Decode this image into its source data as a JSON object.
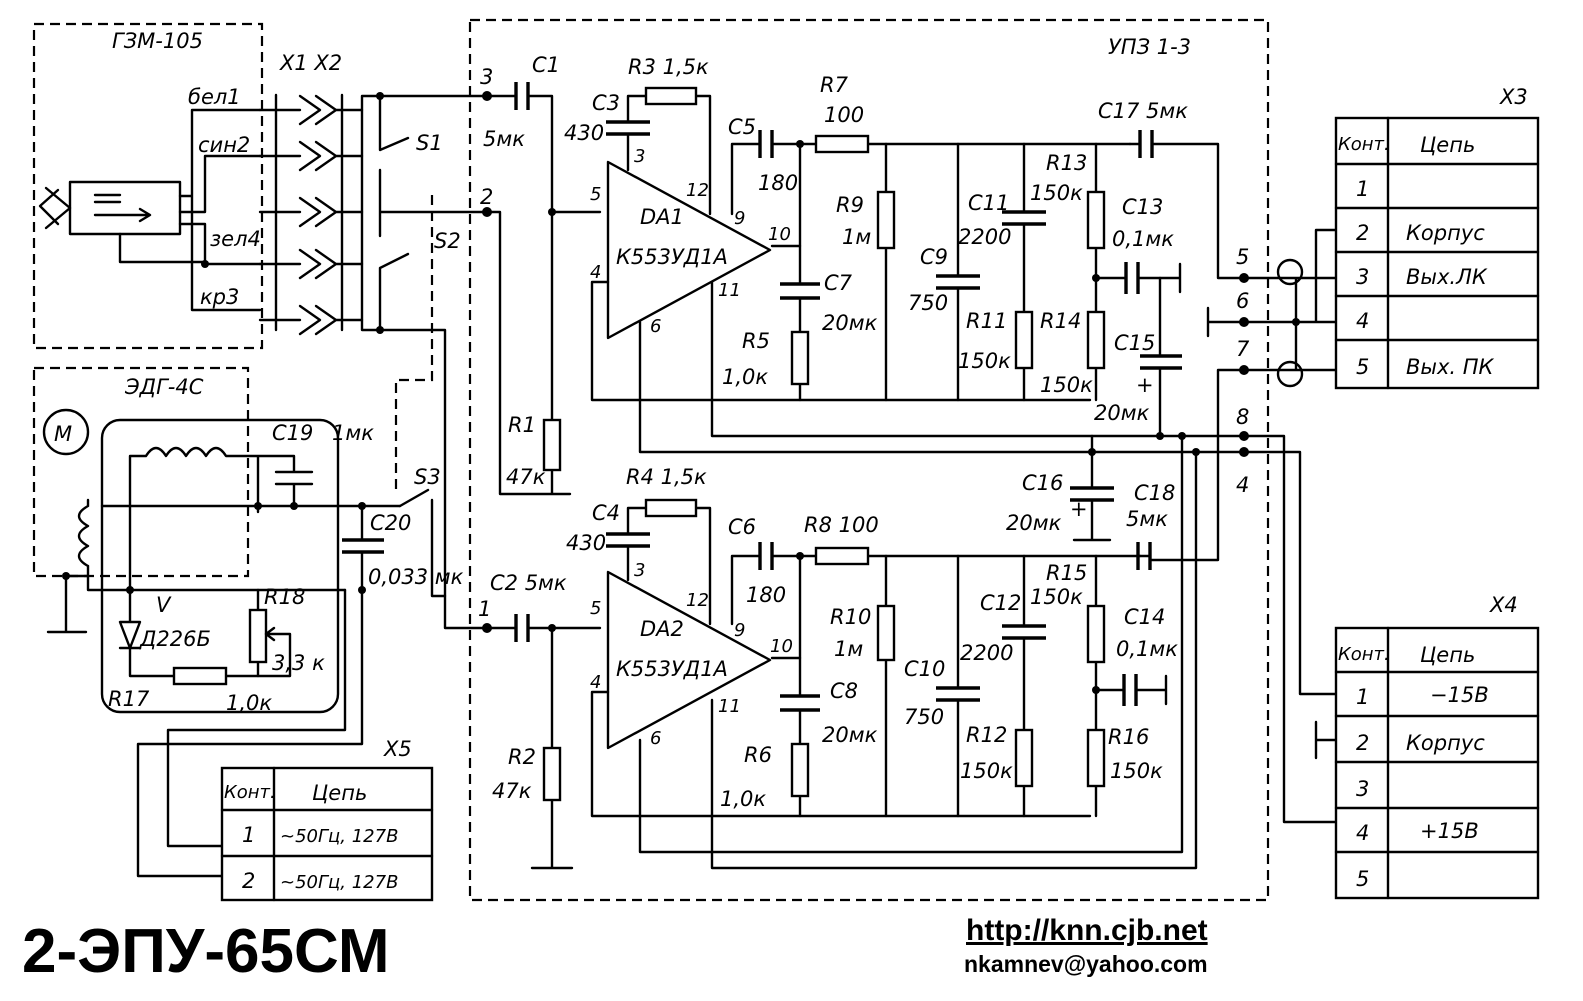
{
  "title": "2-ЭПУ-65СМ",
  "url": "http://knn.cjb.net",
  "email": "nkamnev@yahoo.com",
  "blocks": {
    "pickup": "ГЗМ-105",
    "motor": "ЭДГ-4С",
    "motor_symbol": "М",
    "amp": "УПЗ 1-3"
  },
  "connectors": {
    "x1x2": "X1  X2",
    "x3": "X3",
    "x4": "X4",
    "x5": "X5"
  },
  "pickup_wires": [
    "бел1",
    "син2",
    "зел4",
    "кр3"
  ],
  "switches": [
    "S1",
    "S2",
    "S3"
  ],
  "pins_in": [
    "3",
    "2",
    "1"
  ],
  "pins_out": [
    "5",
    "6",
    "7",
    "8",
    "4"
  ],
  "ic": [
    {
      "name": "DA1",
      "type": "К553УД1А",
      "pins": [
        "5",
        "4",
        "3",
        "12",
        "9",
        "10",
        "11",
        "6"
      ]
    },
    {
      "name": "DA2",
      "type": "К553УД1А",
      "pins": [
        "5",
        "4",
        "3",
        "12",
        "9",
        "10",
        "11",
        "6"
      ]
    }
  ],
  "components": {
    "C1": "C1",
    "C1v": "5мк",
    "C2": "C2 5мк",
    "C3": "C3",
    "C3v": "430",
    "C4": "C4",
    "C4v": "430",
    "R3": "R3 1,5к",
    "R4": "R4 1,5к",
    "C5": "C5",
    "C5v": "180",
    "C6": "C6",
    "C6v": "180",
    "R7": "R7",
    "R7v": "100",
    "R8": "R8 100",
    "R9": "R9",
    "R9v": "1м",
    "R10": "R10",
    "R10v": "1м",
    "C7": "C7",
    "C7v": "20мк",
    "C8": "C8",
    "C8v": "20мк",
    "R5": "R5",
    "R5v": "1,0к",
    "R6": "R6",
    "R6v": "1,0к",
    "C9": "C9",
    "C9v": "750",
    "C10": "C10",
    "C10v": "750",
    "C11": "C11",
    "C11v": "2200",
    "C12": "C12",
    "C12v": "2200",
    "R11": "R11",
    "R11v": "150к",
    "R12": "R12",
    "R12v": "150к",
    "R13": "R13",
    "R13v": "150к",
    "R14": "R14",
    "R14v": "150к",
    "R15": "R15",
    "R15v": "150к",
    "R16": "R16",
    "R16v": "150к",
    "C13": "C13",
    "C13v": "0,1мк",
    "C14": "C14",
    "C14v": "0,1мк",
    "C15": "C15",
    "C15v": "20мк",
    "C16": "C16",
    "C16v": "20мк",
    "C17": "C17  5мк",
    "C18": "C18",
    "C18v": "5мк",
    "R1": "R1",
    "R1v": "47к",
    "R2": "R2",
    "R2v": "47к",
    "C19": "C19",
    "C19v": "1мк",
    "C20": "C20",
    "C20v": "0,033 мк",
    "V": "V",
    "Vv": "Д226Б",
    "R17": "R17",
    "R17v": "1,0к",
    "R18": "R18",
    "R18v": "3,3 к"
  },
  "table_x3": {
    "headers": [
      "Конт.",
      "Цепь"
    ],
    "rows": [
      [
        "1",
        ""
      ],
      [
        "2",
        "Корпус"
      ],
      [
        "3",
        "Вых.ЛК"
      ],
      [
        "4",
        ""
      ],
      [
        "5",
        "Вых. ПК"
      ]
    ]
  },
  "table_x4": {
    "headers": [
      "Конт.",
      "Цепь"
    ],
    "rows": [
      [
        "1",
        "−15В"
      ],
      [
        "2",
        "Корпус"
      ],
      [
        "3",
        ""
      ],
      [
        "4",
        "+15В"
      ],
      [
        "5",
        ""
      ]
    ]
  },
  "table_x5": {
    "headers": [
      "Конт.",
      "Цепь"
    ],
    "rows": [
      [
        "1",
        "~50Гц, 127В"
      ],
      [
        "2",
        "~50Гц, 127В"
      ]
    ]
  }
}
